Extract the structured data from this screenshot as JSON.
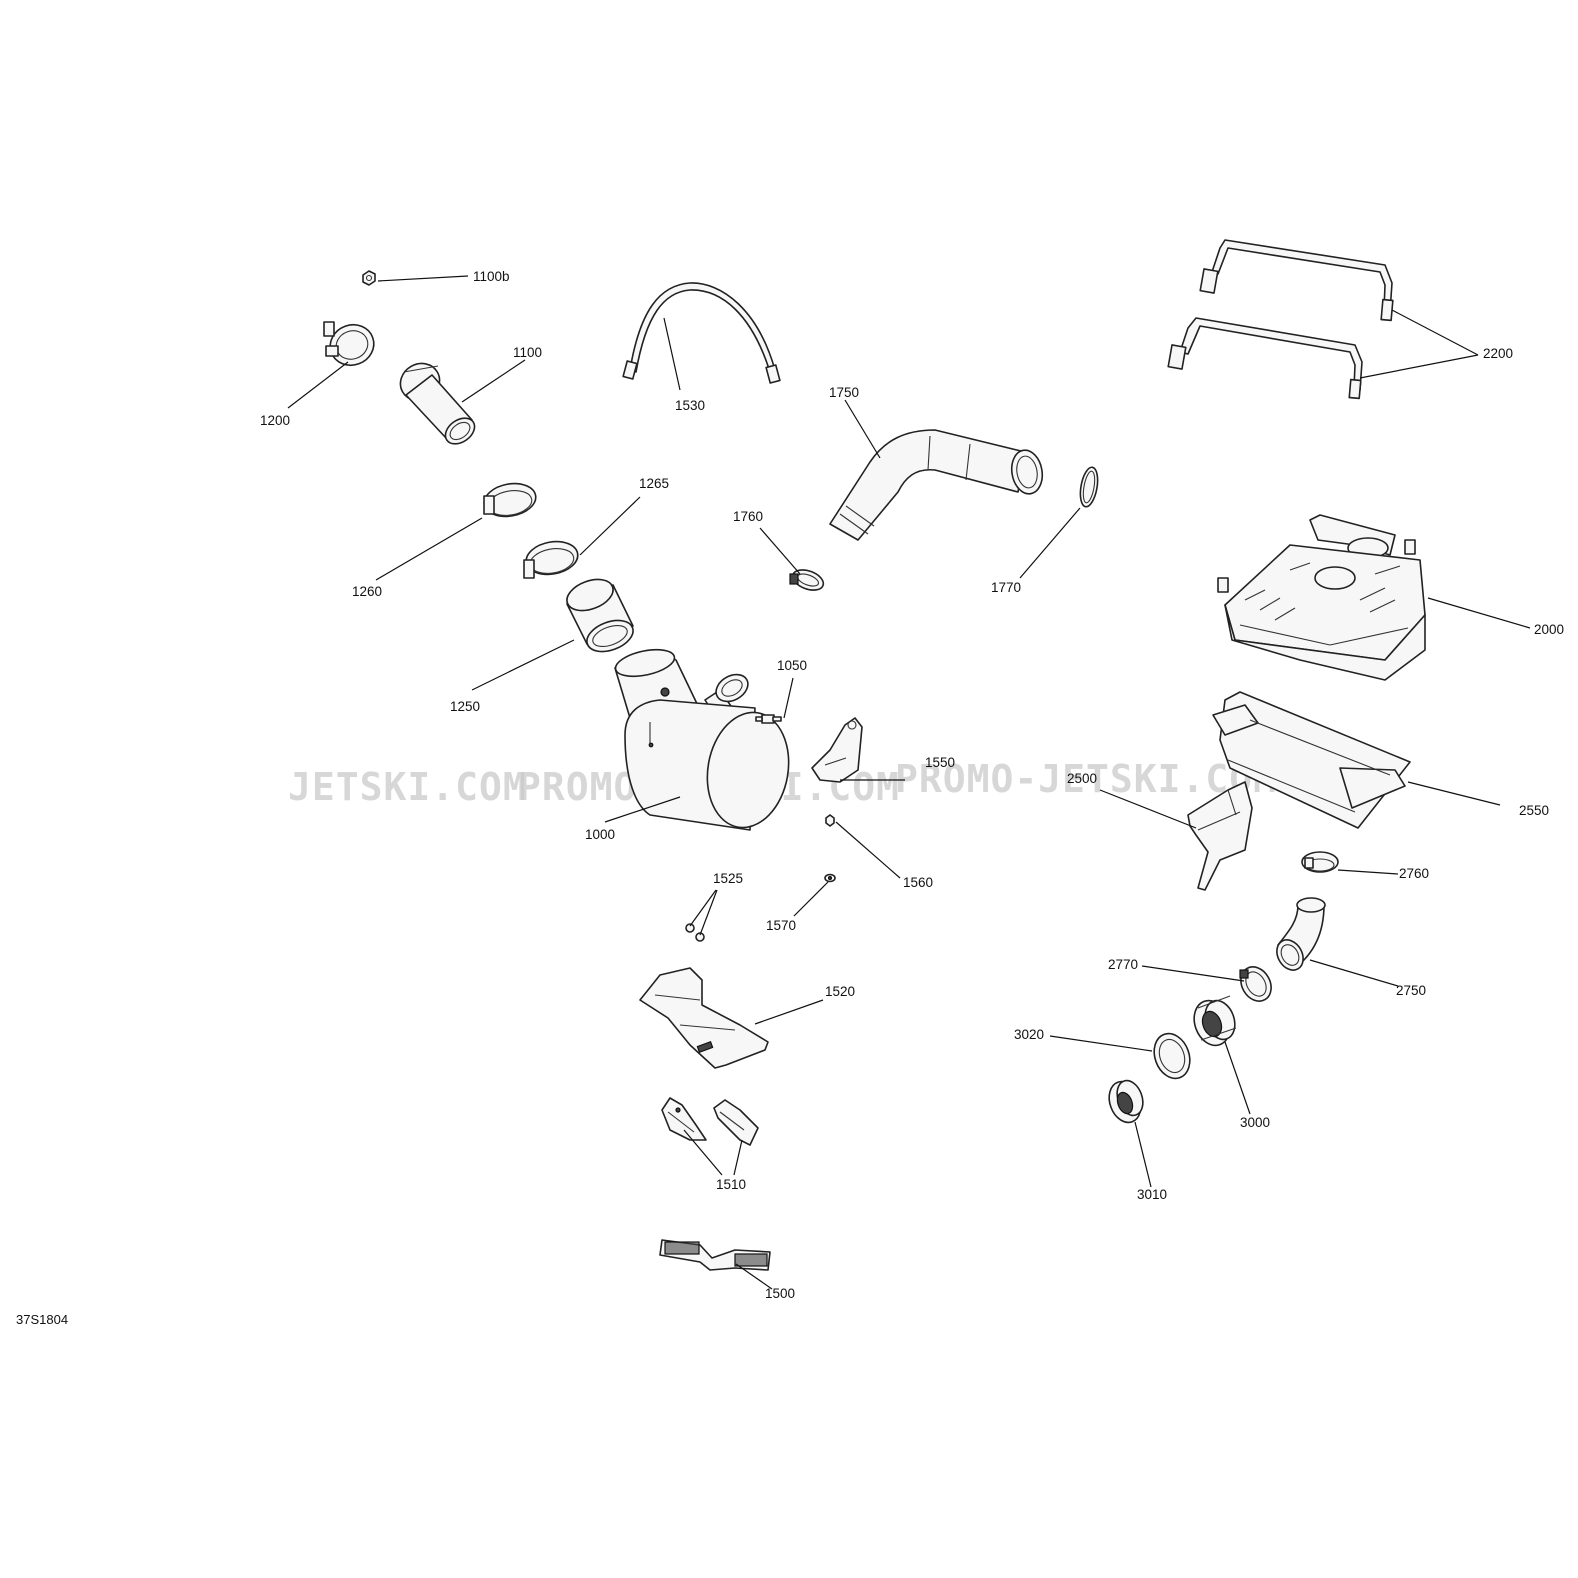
{
  "diagram": {
    "reference_code": "37S1804",
    "watermarks": [
      "JETSKI.COM",
      "PROMO-JETSKI.COM",
      "PROMO-JETSKI.COM"
    ],
    "callouts": {
      "c1100b": "1100b",
      "c1100": "1100",
      "c1200": "1200",
      "c1530": "1530",
      "c1750": "1750",
      "c2200": "2200",
      "c1265": "1265",
      "c1260": "1260",
      "c1760": "1760",
      "c1770": "1770",
      "c2000": "2000",
      "c1050": "1050",
      "c1250": "1250",
      "c1550": "1550",
      "c2500": "2500",
      "c2550": "2550",
      "c1000": "1000",
      "c1560": "1560",
      "c1525": "1525",
      "c2760": "2760",
      "c1570": "1570",
      "c2770": "2770",
      "c2750": "2750",
      "c1520": "1520",
      "c3020": "3020",
      "c3000": "3000",
      "c1510": "1510",
      "c3010": "3010",
      "c1500": "1500"
    }
  }
}
